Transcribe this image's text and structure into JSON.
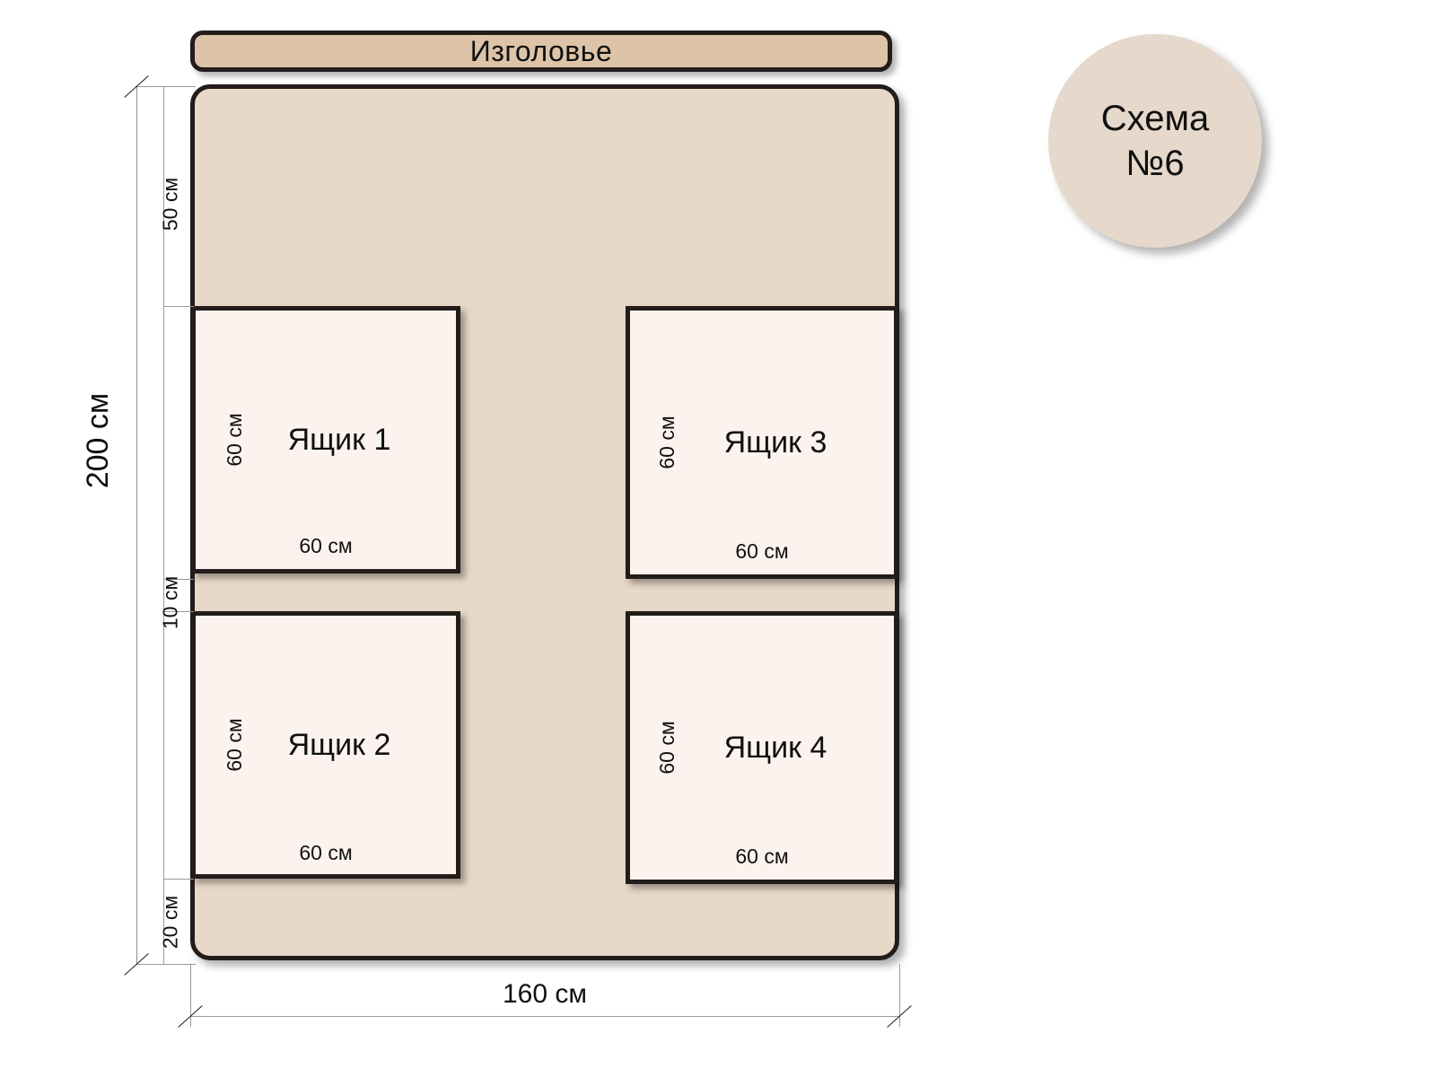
{
  "diagram": {
    "badge": {
      "line1": "Схема",
      "line2": "№6"
    },
    "headboard": {
      "label": "Изголовье"
    },
    "bed": {
      "width_label": "160 см",
      "height_label": "200 см",
      "top_margin_label": "50 см",
      "middle_gap_label": "10 см",
      "bottom_margin_label": "20 см"
    },
    "drawers": [
      {
        "name": "Ящик 1",
        "width_label": "60 см",
        "height_label": "60 см"
      },
      {
        "name": "Ящик 2",
        "width_label": "60 см",
        "height_label": "60 см"
      },
      {
        "name": "Ящик 3",
        "width_label": "60 см",
        "height_label": "60 см"
      },
      {
        "name": "Ящик 4",
        "width_label": "60 см",
        "height_label": "60 см"
      }
    ],
    "colors": {
      "headboard_fill": "#ddc4a8",
      "bed_fill": "#e8d8c7",
      "drawer_fill": "#fcf3ef",
      "outline": "#231c1a",
      "badge_fill": "#e6d8cb",
      "background": "#ffffff"
    }
  }
}
